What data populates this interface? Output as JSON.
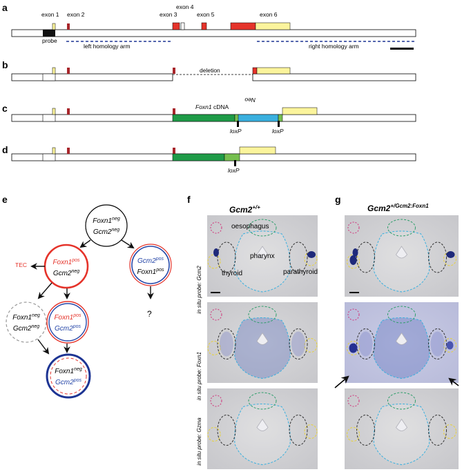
{
  "panels": {
    "a": "a",
    "b": "b",
    "c": "c",
    "d": "d",
    "e": "e",
    "f": "f",
    "g": "g"
  },
  "gene_map": {
    "exon1": "exon 1",
    "exon2": "exon 2",
    "exon3": "exon 3",
    "exon4": "exon 4",
    "exon5": "exon 5",
    "exon6": "exon 6",
    "probe": "probe",
    "left_arm": "left homology arm",
    "right_arm": "right homology arm",
    "deletion": "deletion",
    "foxn1_cdna": "Foxn1",
    "cdna_suffix": " cDNA",
    "neo": "Neo",
    "loxp": "loxP"
  },
  "lineage": {
    "top": [
      "Foxn1",
      "neg",
      "Gcm2",
      "neg"
    ],
    "tec": "TEC",
    "red_circle": [
      "Foxn1",
      "pos",
      "Gcm2",
      "neg"
    ],
    "blue_circle": [
      "Gcm2",
      "pos",
      "Foxn1",
      "pos"
    ],
    "grey_circle": [
      "Foxn1",
      "neg",
      "Gcm2",
      "neg"
    ],
    "mid_circle": [
      "Foxn1",
      "pos",
      "Gcm2",
      "pos"
    ],
    "bottom_circle": [
      "Foxn1",
      "neg",
      "Gcm2",
      "pos"
    ],
    "question": "?"
  },
  "histology": {
    "col_f_title": "Gcm2",
    "col_f_sup": "+/+",
    "col_g_title": "Gcm2",
    "col_g_sup": "+/Gcm2:Foxn1",
    "probe_prefix": "in situ probe: ",
    "probes": [
      "Gcm2",
      "Foxn1",
      "Gzma"
    ],
    "labels": {
      "oesophagus": "oesophagus",
      "pharynx": "pharynx",
      "thyroid": "thyroid",
      "parathyroid": "parathyroid"
    }
  },
  "colors": {
    "red": "#e5332a",
    "dark_red": "#a8262b",
    "yellow": "#fbf49c",
    "green": "#1f9b48",
    "light_green": "#76bf4f",
    "cyan": "#3ab0df",
    "navy": "#1d3493",
    "blue": "#2747a8",
    "grey": "#999999"
  }
}
